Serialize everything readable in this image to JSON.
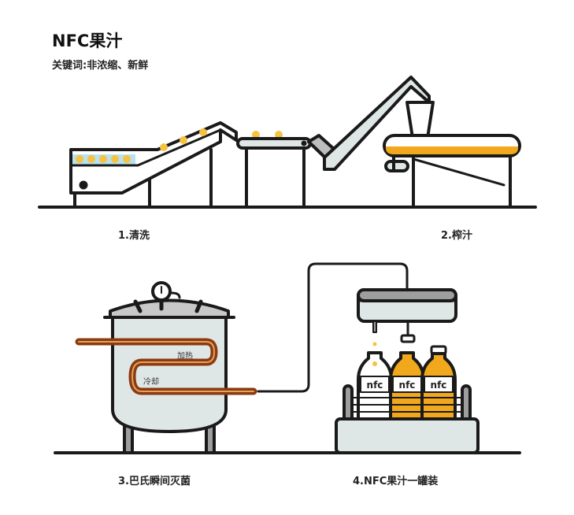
{
  "header": {
    "title": "NFC果汁",
    "subtitle": "关键词:非浓缩、新鲜"
  },
  "steps": [
    {
      "label": "1.清洗"
    },
    {
      "label": "2.榨汁"
    },
    {
      "label": "3.巴氏瞬间灭菌"
    },
    {
      "label": "4.NFC果汁一罐装"
    }
  ],
  "tank": {
    "heat_label": "加热",
    "cool_label": "冷却"
  },
  "bottles": [
    {
      "label": "nfc"
    },
    {
      "label": "nfc"
    },
    {
      "label": "nfc"
    }
  ],
  "colors": {
    "outline": "#1a1a1a",
    "juice": "#f2a81d",
    "fruit": "#f5c242",
    "water": "#b8e2ef",
    "steel": "#dfe6e6",
    "gray": "#9e9e9e",
    "pipe": "#8a3b12",
    "pipe_highlight": "#e8a25a"
  }
}
